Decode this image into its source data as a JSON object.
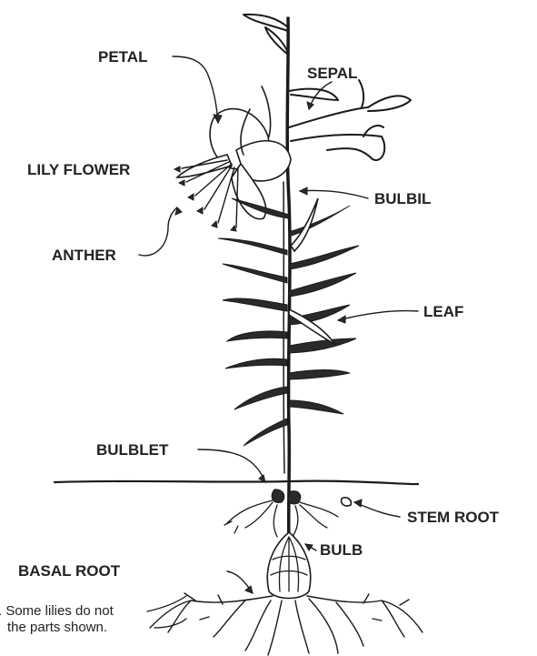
{
  "labels": {
    "petal": "PETAL",
    "sepal": "SEPAL",
    "lily_flower": "LILY FLOWER",
    "bulbil": "BULBIL",
    "anther": "ANTHER",
    "leaf": "LEAF",
    "bulblet": "BULBLET",
    "stem_root": "STEM ROOT",
    "bulb": "BULB",
    "basal_root": "BASAL ROOT"
  },
  "note": {
    "line1": ". Some lilies do not",
    "line2": "the parts shown."
  }
}
